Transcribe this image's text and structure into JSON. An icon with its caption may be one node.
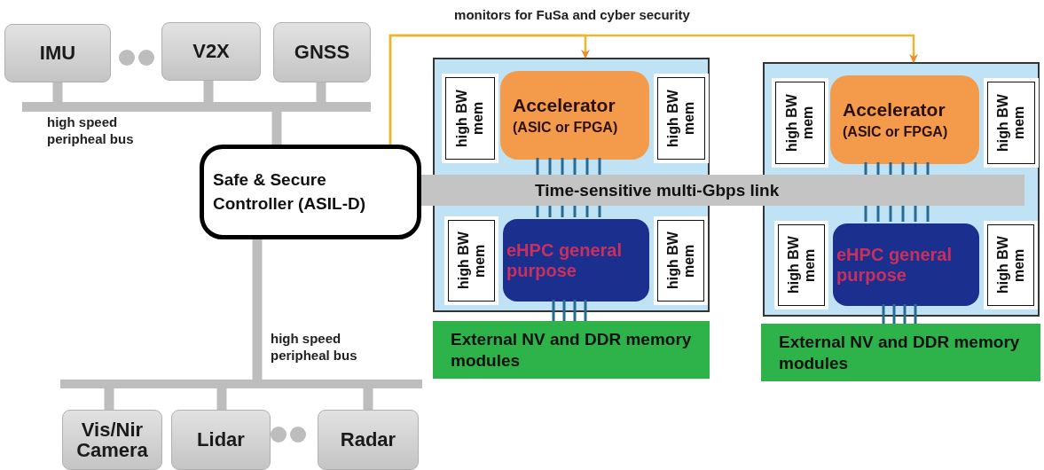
{
  "diagram": {
    "nodes": [
      {
        "text": [
          "IMU"
        ]
      },
      {
        "text": [
          "V2X"
        ]
      },
      {
        "text": [
          "GNSS"
        ]
      },
      {
        "text": [],
        "shape": "bar",
        "beside": [
          "high speed peripheal bus"
        ]
      },
      {
        "text": [
          "Safe & Secure Controller (ASIL-D)"
        ]
      },
      {
        "text": [],
        "shape": "bar",
        "beside": [
          "high speed peripheal bus"
        ]
      },
      {
        "text": [
          "Vis/Nir Camera"
        ]
      },
      {
        "text": [
          "Lidar"
        ]
      },
      {
        "text": [
          "Radar"
        ]
      },
      {
        "text": [
          "Time-sensitive multi-Gbps link"
        ]
      },
      {
        "text": [],
        "shape": "box"
      },
      {
        "text": [
          "high BW mem"
        ],
        "in": 10
      },
      {
        "text": [
          "Accelerator",
          "(ASIC or FPGA)"
        ],
        "in": 10
      },
      {
        "text": [
          "high BW mem"
        ],
        "in": 10
      },
      {
        "text": [
          "high BW mem"
        ],
        "in": 10
      },
      {
        "text": [
          "eHPC general purpose"
        ],
        "in": 10
      },
      {
        "text": [
          "high BW mem"
        ],
        "in": 10
      },
      {
        "text": [
          "External NV and DDR memory modules"
        ]
      },
      {
        "text": [],
        "shape": "box"
      },
      {
        "text": [
          "high BW mem"
        ],
        "in": 18
      },
      {
        "text": [
          "Accelerator",
          "(ASIC or FPGA)"
        ],
        "in": 18
      },
      {
        "text": [
          "high BW mem"
        ],
        "in": 18
      },
      {
        "text": [
          "high BW mem"
        ],
        "in": 18
      },
      {
        "text": [
          "eHPC general purpose"
        ],
        "in": 18
      },
      {
        "text": [
          "high BW mem"
        ],
        "in": 18
      },
      {
        "text": [
          "External NV and DDR memory modules"
        ]
      }
    ],
    "edges": [
      {
        "from": 0,
        "to": 3,
        "arrow": "none",
        "style": "thick"
      },
      {
        "from": 1,
        "to": 3,
        "arrow": "none",
        "style": "thick"
      },
      {
        "from": 2,
        "to": 3,
        "arrow": "none",
        "style": "thick"
      },
      {
        "from": 3,
        "to": 4,
        "arrow": "none",
        "style": "thick"
      },
      {
        "from": 4,
        "to": 5,
        "arrow": "none",
        "style": "thick"
      },
      {
        "from": 5,
        "to": 6,
        "arrow": "none",
        "style": "thick"
      },
      {
        "from": 5,
        "to": 7,
        "arrow": "none",
        "style": "thick"
      },
      {
        "from": 5,
        "to": 8,
        "arrow": "none",
        "style": "thick"
      },
      {
        "from": 4,
        "to": 10,
        "arrow": "to",
        "label": "monitors for FuSa and cyber security",
        "color": "#e8b830"
      },
      {
        "from": 4,
        "to": 18,
        "arrow": "to",
        "color": "#e8b830"
      },
      {
        "from": 12,
        "to": 9,
        "arrow": "none",
        "color": "#2a6a92"
      },
      {
        "from": 9,
        "to": 15,
        "arrow": "none",
        "color": "#2a6a92"
      },
      {
        "from": 15,
        "to": 17,
        "arrow": "none",
        "color": "#2a6a92"
      },
      {
        "from": 20,
        "to": 9,
        "arrow": "none",
        "color": "#2a6a92"
      },
      {
        "from": 9,
        "to": 23,
        "arrow": "none",
        "color": "#2a6a92"
      },
      {
        "from": 23,
        "to": 25,
        "arrow": "none",
        "color": "#2a6a92"
      }
    ]
  }
}
